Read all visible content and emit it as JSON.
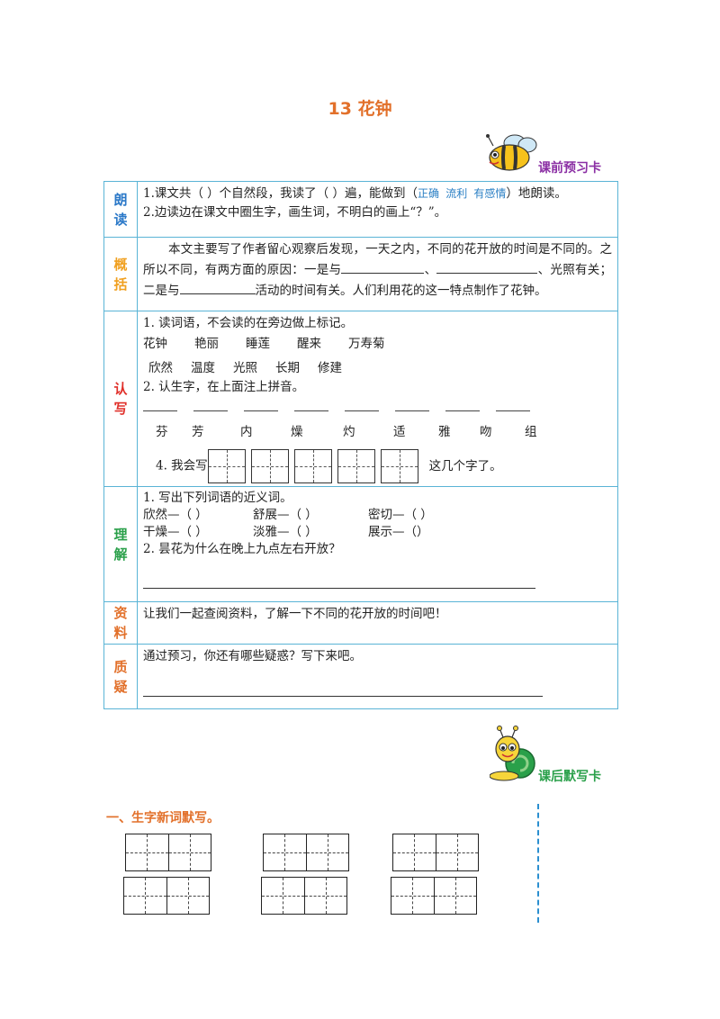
{
  "title": "13  花钟",
  "preview_badge": "课前预习卡",
  "post_badge": "课后默写卡",
  "rows": {
    "langdu": {
      "label": [
        "朗",
        "读"
      ],
      "color": "#2a78c8",
      "line1_a": "1.课文共（    ）个自然段，我读了（    ）遍，能做到（",
      "line1_hint": "正确 流利 有感情",
      "line1_b": "）地朗读。",
      "line2": "2.边读边在课文中圈生字，画生词，不明白的画上“？”。"
    },
    "gaikuo": {
      "label": [
        "概",
        "括"
      ],
      "color": "#f0a020",
      "p1": "本文主要写了作者留心观察后发现，一天之内，不同的花开放的时间是不同的。之所以不同，有两方面的原因：一是与",
      "p2": "、",
      "p3": "、光照有关；二是与",
      "p4": "活动的时间有关。人们利用花的这一特点制作了花钟。"
    },
    "renxie": {
      "label": [
        "认",
        "写"
      ],
      "color": "#e0302a",
      "q1": "1. 读词语，不会读的在旁边做上标记。",
      "words1": [
        "花钟",
        "艳丽",
        "睡莲",
        "醒来",
        "万寿菊"
      ],
      "words2": [
        "欣然",
        "温度",
        "光照",
        "长期",
        "修建"
      ],
      "q2": "2. 认生字，在上面注上拼音。",
      "chars": [
        "芬",
        "芳",
        "内",
        "燥",
        "灼",
        "适",
        "雅",
        "吻",
        "组"
      ],
      "q4_a": "4. 我会写",
      "q4_b": "这几个字了。"
    },
    "lijie": {
      "label": [
        "理",
        "解"
      ],
      "color": "#2aa04a",
      "q1": "1. 写出下列词语的近义词。",
      "pairs1": [
        "欣然—（      ）",
        "舒展—（      ）",
        "密切—（      ）"
      ],
      "pairs2": [
        "干燥—（      ）",
        "淡雅—（      ）",
        "展示—（）"
      ],
      "q2": "2. 昙花为什么在晚上九点左右开放？"
    },
    "ziliao": {
      "label": [
        "资",
        "料"
      ],
      "color": "#e2702a",
      "text": "让我们一起查阅资料，了解一下不同的花开放的时间吧！"
    },
    "zhiyi": {
      "label": [
        "质",
        "疑"
      ],
      "color": "#e2702a",
      "text": "通过预习，你还有哪些疑惑？写下来吧。"
    }
  },
  "section1": "一、生字新词默写。"
}
